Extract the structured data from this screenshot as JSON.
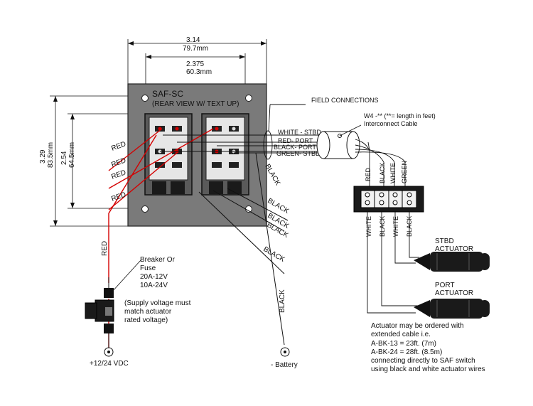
{
  "panel": {
    "model": "SAF-SC",
    "view_note": "(REAR VIEW  W/ TEXT UP)"
  },
  "dimensions": {
    "width_outer_in": "3.14",
    "width_outer_mm": "79.7mm",
    "width_inner_in": "2.375",
    "width_inner_mm": "60.3mm",
    "height_outer_in": "3.29",
    "height_outer_mm": "83.5mm",
    "height_inner_in": "2.54",
    "height_inner_mm": "64.5mm"
  },
  "labels": {
    "field_connections": "FIELD CONNECTIONS",
    "cable_line1": "W4 -** (**= length in feet)",
    "cable_line2": "Interconnect Cable",
    "white_stbd": "WHITE - STBD",
    "red_port": "RED- PORT",
    "black_port": "BLACK- PORT",
    "green_stbd": "GREEN- STBD",
    "red": "RED",
    "black": "BLACK",
    "white": "WHITE",
    "green": "GREEN",
    "breaker": [
      "Breaker Or",
      "Fuse",
      "20A-12V",
      "10A-24V"
    ],
    "supply_note": [
      "(Supply voltage must",
      "match actuator",
      "rated voltage)"
    ],
    "positive_supply": "+12/24 VDC",
    "battery_negative": "- Battery",
    "stbd_actuator": [
      "STBD",
      "ACTUATOR"
    ],
    "port_actuator": [
      "PORT",
      "ACTUATOR"
    ],
    "actuator_note": [
      "Actuator may be ordered with",
      "extended cable i.e.",
      "A-BK-13 = 23ft. (7m)",
      "A-BK-24 = 28ft. (8.5m)",
      "connecting directly to SAF switch",
      "using black and white actuator wires"
    ]
  },
  "colors": {
    "panel_fill": "#7a7a7a",
    "red_wire": "#d40000",
    "line": "#111111"
  }
}
